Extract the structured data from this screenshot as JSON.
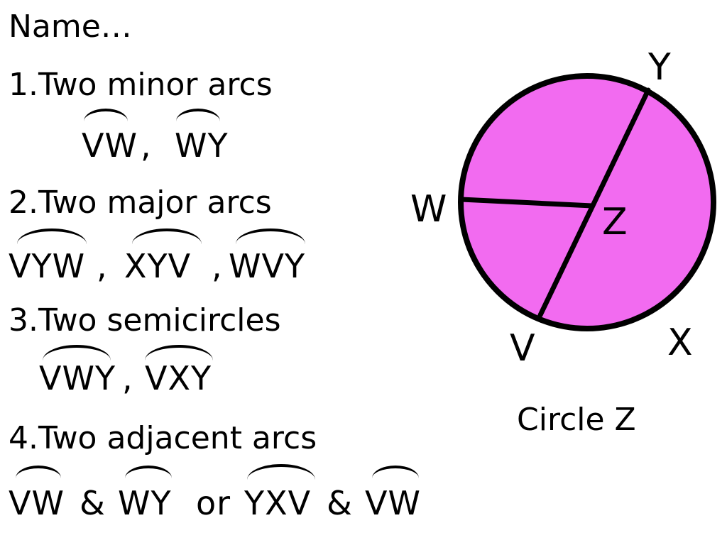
{
  "title": "Name…",
  "questions": [
    {
      "label": "1.Two minor arcs",
      "answers": [
        "VW",
        "WY"
      ]
    },
    {
      "label": "2.Two major arcs",
      "answers": [
        "VYW",
        "XYV",
        "WVY"
      ]
    },
    {
      "label": "3.Two semicircles",
      "answers": [
        "VWY",
        "VXY"
      ]
    },
    {
      "label": "4.Two adjacent arcs",
      "answers": [
        "VW",
        "WY",
        "YXV",
        "VW"
      ],
      "joiners": [
        "&",
        "or",
        "&"
      ]
    }
  ],
  "separators": {
    "comma": ","
  },
  "diagram": {
    "caption": "Circle Z",
    "points": {
      "Y": "Y",
      "W": "W",
      "Z": "Z",
      "V": "V",
      "X": "X"
    },
    "fill_color": "#f26bf0",
    "stroke_color": "#000000"
  }
}
